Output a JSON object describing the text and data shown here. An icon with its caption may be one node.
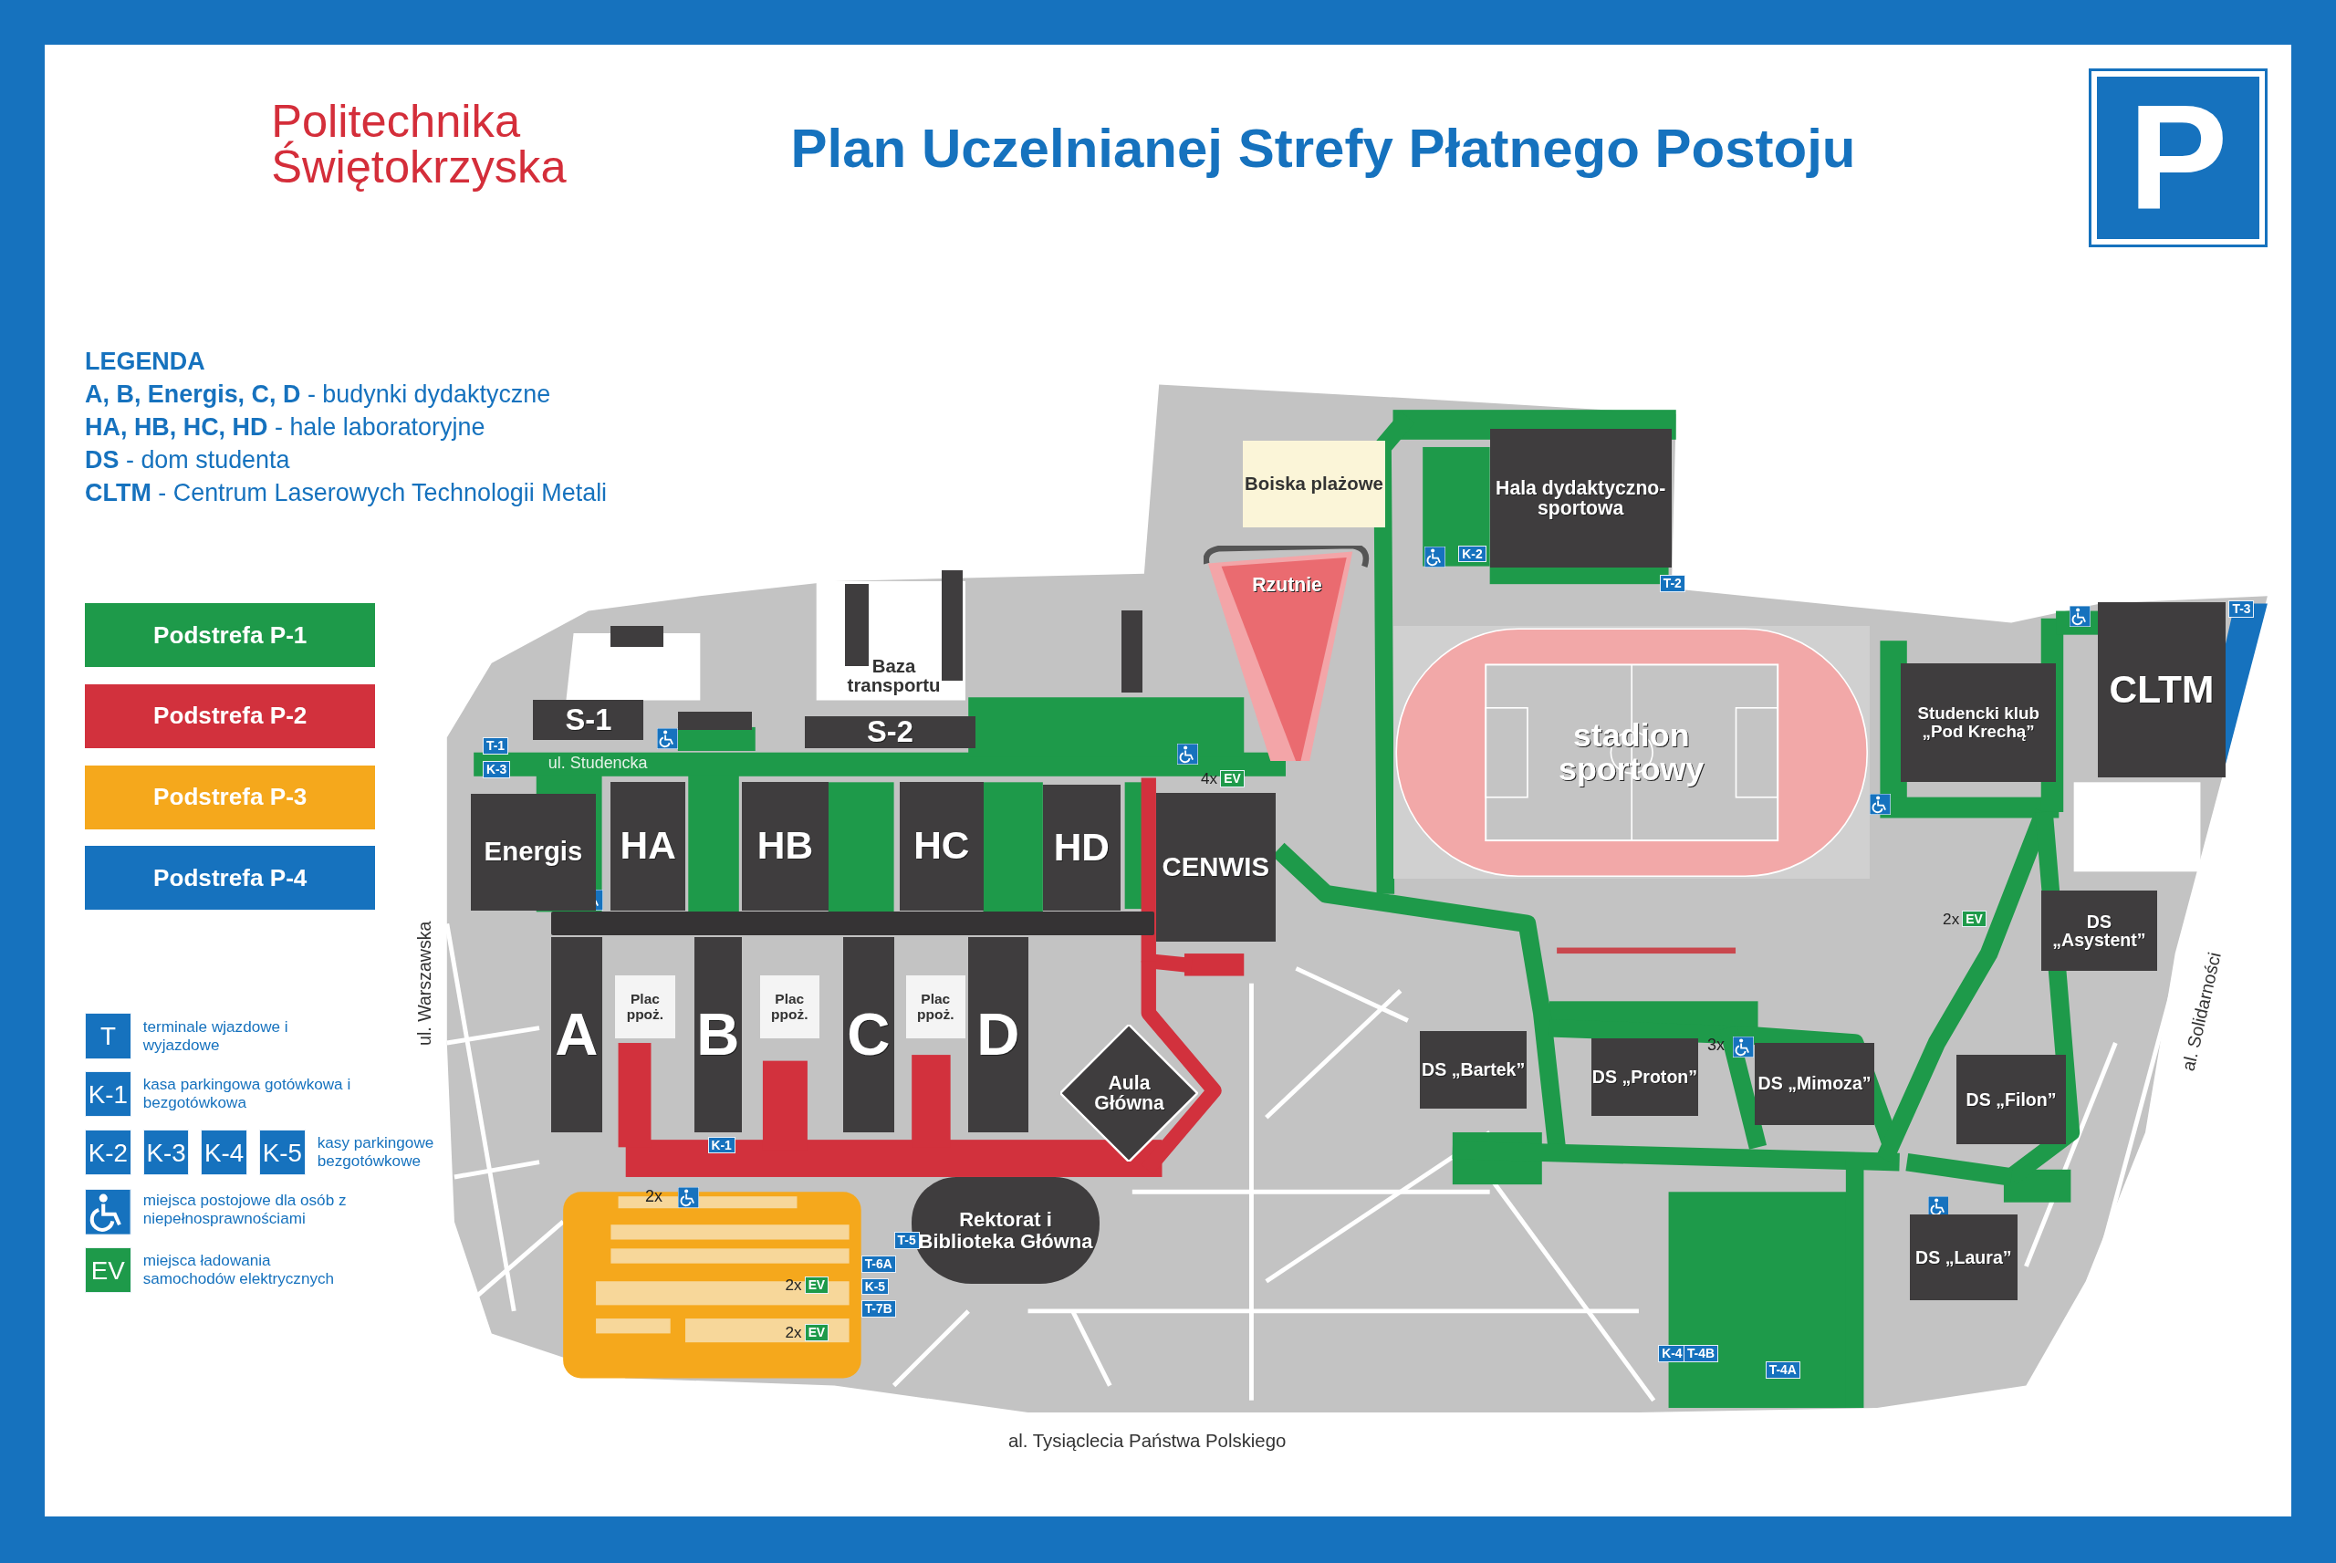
{
  "diagram": {
    "title": "Plan Uczelnianej Strefy Płatnego Postoju",
    "nodes": [
      {
        "text": [
          "P"
        ]
      },
      {
        "text": [
          "T"
        ],
        "beside": [
          "terminale wjazdowe i wyjazdowe"
        ]
      },
      {
        "text": [
          "K-1"
        ],
        "beside": [
          "kasa parkingowa gotówkowa i bezgotówkowa"
        ]
      },
      {
        "text": [
          "K-2"
        ]
      },
      {
        "text": [
          "K-3"
        ]
      },
      {
        "text": [
          "K-4"
        ]
      },
      {
        "text": [
          "K-5"
        ],
        "beside": [
          "kasy parkingowe bezgotówkowe"
        ]
      },
      {
        "text": [
          "EV"
        ],
        "beside": [
          "miejsca ładowania samochodów elektrycznych"
        ]
      },
      {
        "text": [
          "S-1"
        ]
      },
      {
        "text": [
          "S-2"
        ]
      },
      {
        "text": [
          "Energis"
        ]
      },
      {
        "text": [
          "HA"
        ]
      },
      {
        "text": [
          "HB"
        ]
      },
      {
        "text": [
          "HC"
        ]
      },
      {
        "text": [
          "HD"
        ]
      },
      {
        "text": [
          "CENWIS"
        ]
      },
      {
        "text": [
          "A"
        ]
      },
      {
        "text": [
          "Plac ppoż."
        ]
      },
      {
        "text": [
          "B"
        ]
      },
      {
        "text": [
          "Plac ppoż."
        ]
      },
      {
        "text": [
          "C"
        ]
      },
      {
        "text": [
          "Plac ppoż."
        ]
      },
      {
        "text": [
          "D"
        ]
      },
      {
        "text": [
          "Aula Główna"
        ]
      },
      {
        "text": [
          "Rektorat i Biblioteka Główna"
        ]
      },
      {
        "text": [
          "Boiska plażowe"
        ]
      },
      {
        "text": [
          "Rzutnie"
        ]
      },
      {
        "text": [
          "Hala dydaktyczno-sportowa"
        ]
      },
      {
        "text": [
          "stadion sportowy"
        ]
      },
      {
        "text": [
          "Studencki klub „Pod Krechą”"
        ]
      },
      {
        "text": [
          "CLTM"
        ]
      },
      {
        "text": [
          "DS „Asystent”"
        ]
      },
      {
        "text": [
          "DS „Bartek”"
        ]
      },
      {
        "text": [
          "DS „Proton”"
        ]
      },
      {
        "text": [
          "DS „Mimoza”"
        ]
      },
      {
        "text": [
          "DS „Filon”"
        ]
      },
      {
        "text": [
          "DS „Laura”"
        ]
      },
      {
        "text": [
          "T-1"
        ]
      },
      {
        "text": [
          "K-3"
        ]
      },
      {
        "text": [
          "K-2"
        ]
      },
      {
        "text": [
          "T-2"
        ]
      },
      {
        "text": [
          "T-3"
        ]
      },
      {
        "text": [
          "K-1"
        ]
      },
      {
        "text": [
          "T-5"
        ]
      },
      {
        "text": [
          "T-6A"
        ]
      },
      {
        "text": [
          "K-5"
        ]
      },
      {
        "text": [
          "T-7B"
        ]
      },
      {
        "text": [
          "K-4"
        ]
      },
      {
        "text": [
          "T-4B"
        ]
      },
      {
        "text": [
          "T-4A"
        ]
      },
      {
        "text": [
          "EV"
        ],
        "beside": [
          "4x"
        ]
      },
      {
        "text": [
          "EV"
        ],
        "beside": [
          "2x"
        ]
      },
      {
        "text": [
          "EV"
        ],
        "beside": [
          "2x"
        ]
      },
      {
        "text": [
          "EV"
        ],
        "beside": [
          "2x"
        ]
      },
      {
        "text": [],
        "shape": "box"
      },
      {
        "text": [],
        "shape": "box"
      },
      {
        "text": [],
        "shape": "box"
      },
      {
        "text": [],
        "shape": "box"
      },
      {
        "text": [],
        "shape": "box"
      },
      {
        "text": [],
        "shape": "bar"
      }
    ],
    "labels": [
      "Politechnika Świętokrzyska",
      "LEGENDA",
      "**A, B, Energis, C, D** - budynki dydaktyczne",
      "**HA, HB, HC, HD** - hale laboratoryjne",
      "**DS** - dom studenta",
      "**CLTM** - Centrum Laserowych Technologii Metali",
      "miejsca postojowe dla osób z niepełnosprawnościami",
      "Baza transportu",
      "ul. Studencka",
      "ul. Warszawska",
      "al. Solidarności",
      "2x",
      "3x",
      "al. Tysiąclecia Państwa Polskiego"
    ],
    "legend": [
      {
        "text": "Podstrefa P-1",
        "color": "#1e9a4a"
      },
      {
        "text": "Podstrefa P-2",
        "color": "#d2313d"
      },
      {
        "text": "Podstrefa P-3",
        "color": "#f5a81c"
      },
      {
        "text": "Podstrefa P-4",
        "color": "#1672be"
      }
    ]
  }
}
